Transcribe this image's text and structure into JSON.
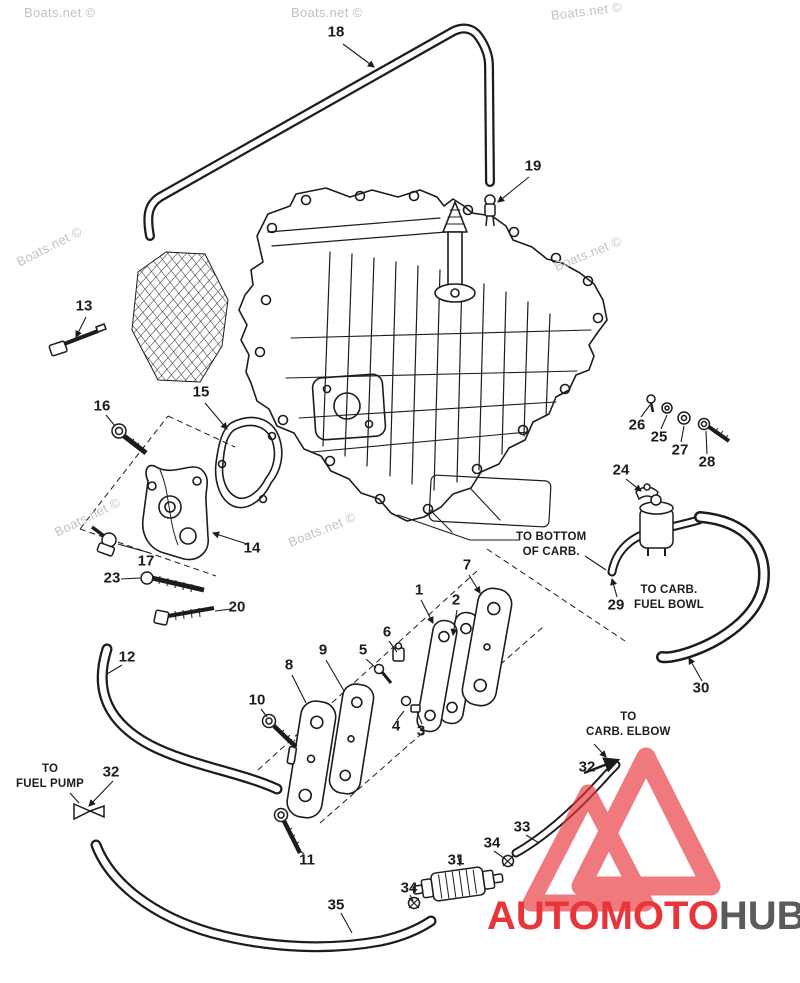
{
  "watermarks": [
    {
      "text": "Boats.net ©"
    },
    {
      "text": "Boats.net ©"
    },
    {
      "text": "Boats.net ©"
    },
    {
      "text": "Boats.net ©"
    },
    {
      "text": "Boats.net ©"
    },
    {
      "text": "Boats.net ©"
    },
    {
      "text": "Boats.net ©"
    }
  ],
  "callouts": [
    {
      "label": "18"
    },
    {
      "label": "19"
    },
    {
      "label": "13"
    },
    {
      "label": "16"
    },
    {
      "label": "15"
    },
    {
      "label": "26"
    },
    {
      "label": "25"
    },
    {
      "label": "27"
    },
    {
      "label": "28"
    },
    {
      "label": "24"
    },
    {
      "label": "17"
    },
    {
      "label": "14"
    },
    {
      "label": "23"
    },
    {
      "label": "29"
    },
    {
      "label": "20"
    },
    {
      "label": "7"
    },
    {
      "label": "1"
    },
    {
      "label": "2"
    },
    {
      "label": "6"
    },
    {
      "label": "5"
    },
    {
      "label": "12"
    },
    {
      "label": "9"
    },
    {
      "label": "8"
    },
    {
      "label": "10"
    },
    {
      "label": "4"
    },
    {
      "label": "3"
    },
    {
      "label": "30"
    },
    {
      "label": "32"
    },
    {
      "label": "32"
    },
    {
      "label": "33"
    },
    {
      "label": "34"
    },
    {
      "label": "31"
    },
    {
      "label": "11"
    },
    {
      "label": "34"
    },
    {
      "label": "35"
    }
  ],
  "annotations": {
    "to_bottom_line1": "TO BOTTOM",
    "to_bottom_line2": "OF CARB.",
    "fuel_bowl_line1": "TO CARB.",
    "fuel_bowl_line2": "FUEL BOWL",
    "elbow_line1": "TO",
    "elbow_line2": "CARB. ELBOW",
    "fuel_pump_line1": "TO",
    "fuel_pump_line2": "FUEL PUMP"
  },
  "logo": {
    "text_primary": "AUTOMOTO",
    "text_secondary": "HUB"
  },
  "colors": {
    "line": "#1c1c1c",
    "watermark": "#c3c3c3",
    "logo_red": "#e8353a",
    "logo_gray": "#5b5b5b",
    "background": "#ffffff"
  }
}
